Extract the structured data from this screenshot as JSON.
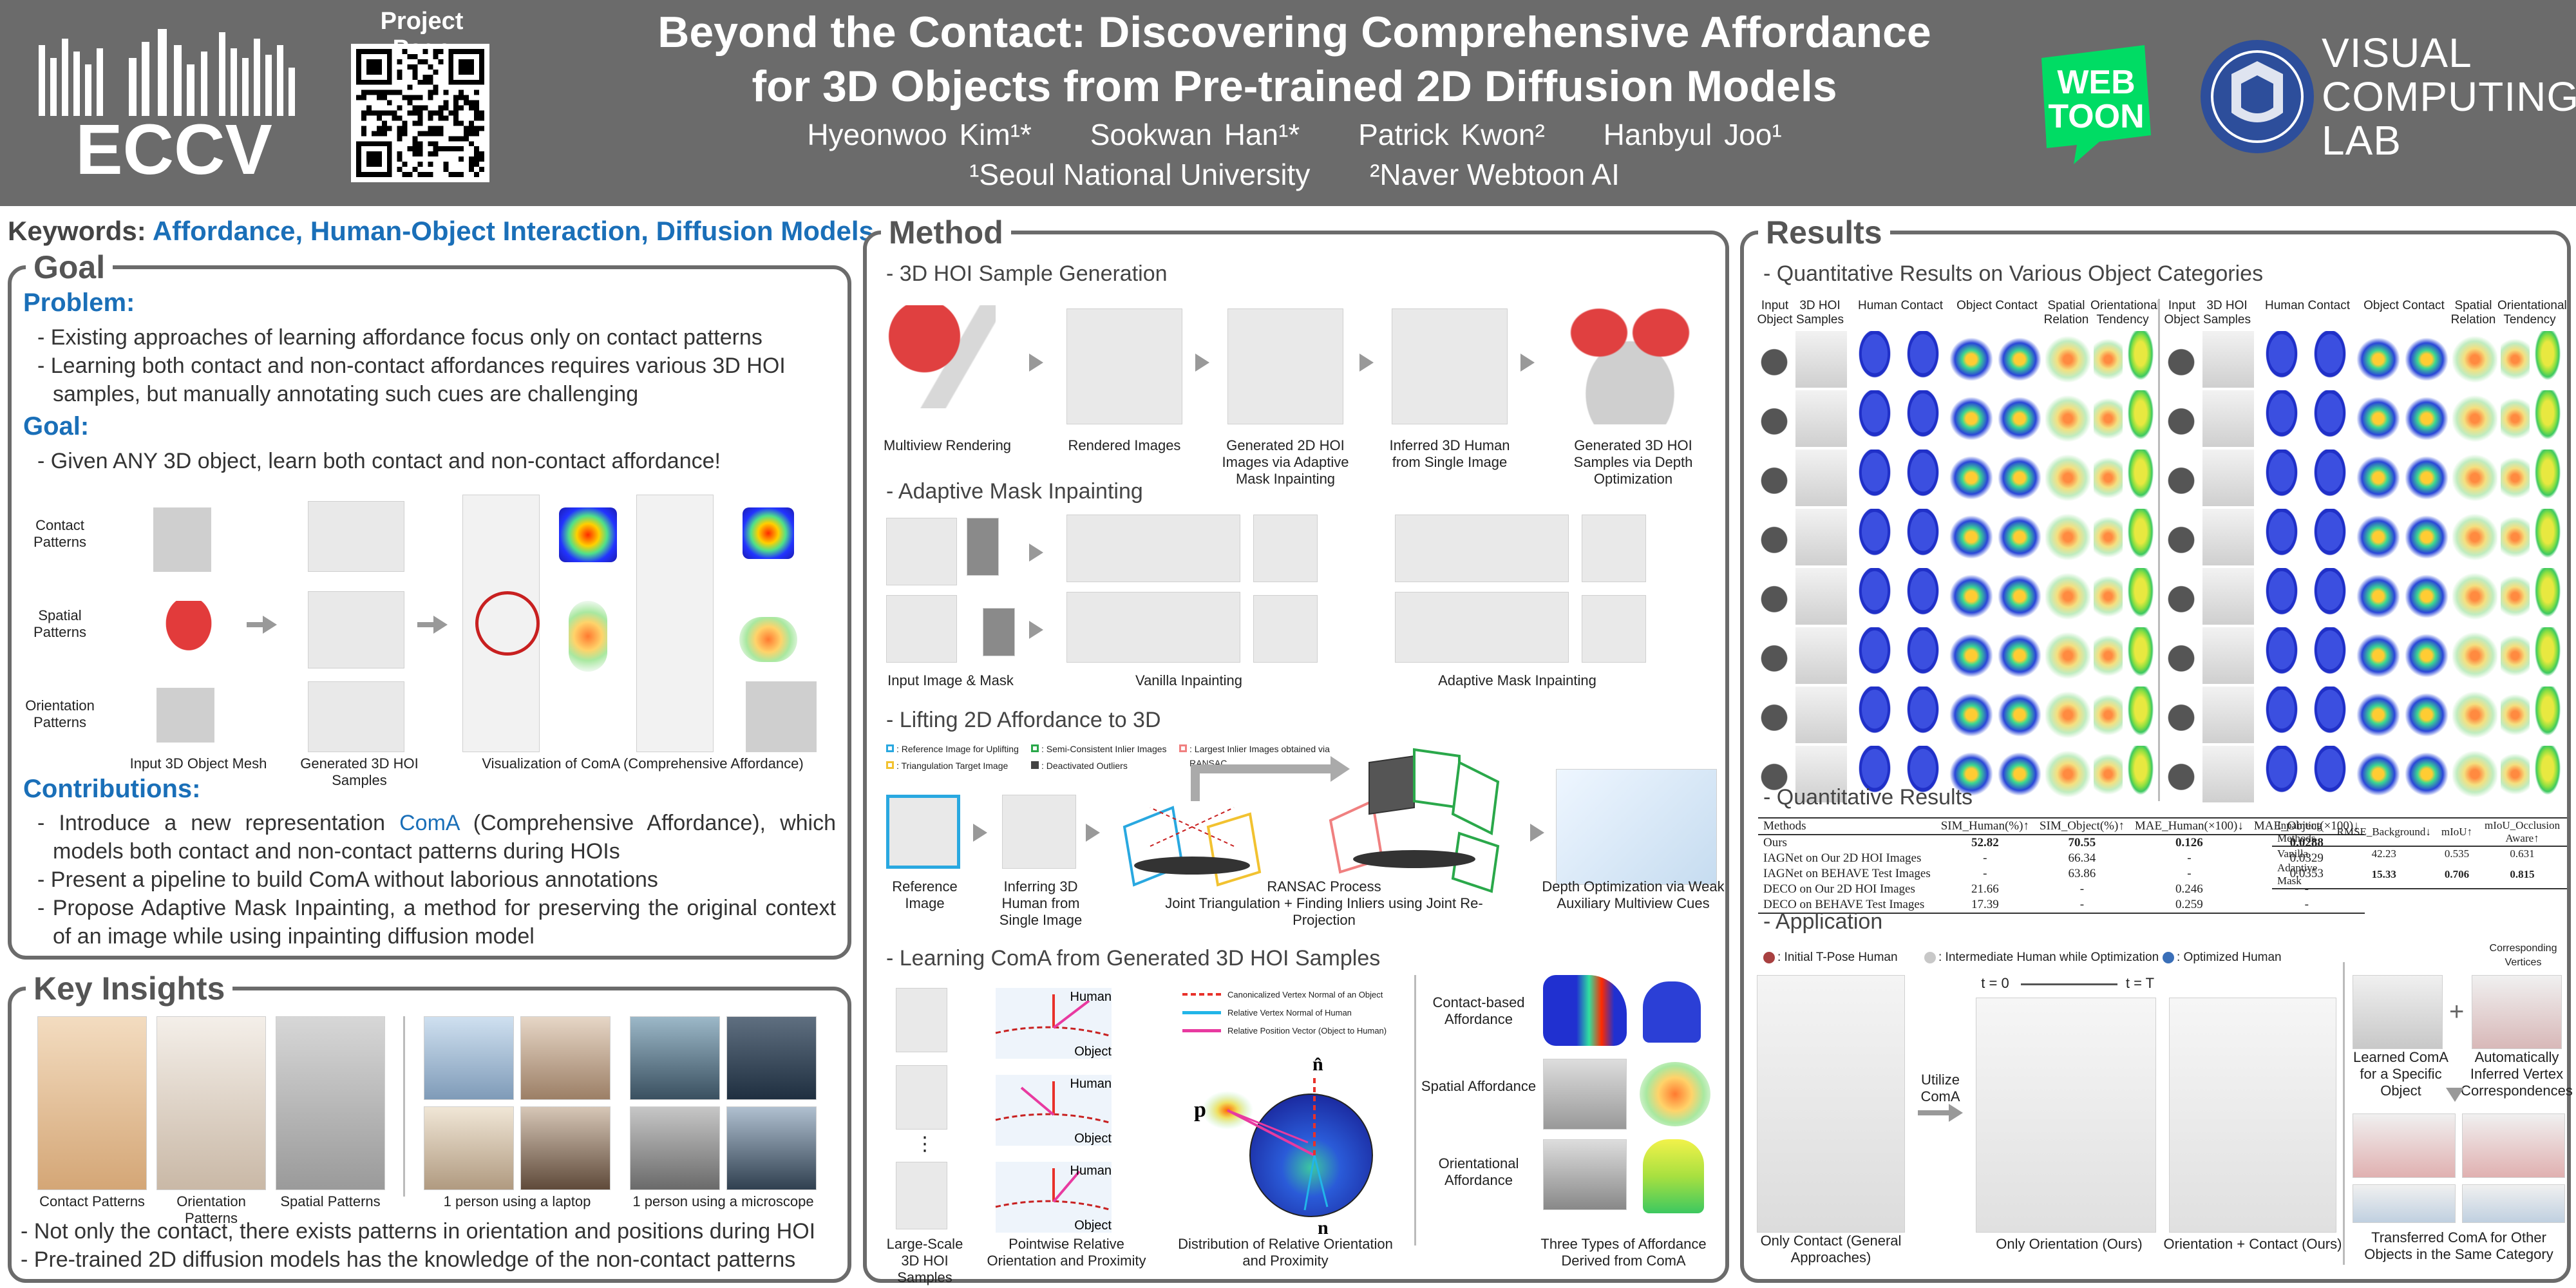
{
  "header": {
    "conference": "ECCV",
    "project_page_label": "Project Page",
    "title_line1": "Beyond the Contact: Discovering Comprehensive Affordance",
    "title_line2": "for 3D Objects from Pre-trained 2D Diffusion Models",
    "authors": [
      "Hyeonwoo Kim¹*",
      "Sookwan Han¹*",
      "Patrick Kwon²",
      "Hanbyul Joo¹"
    ],
    "affiliations": [
      "¹Seoul National University",
      "²Naver Webtoon AI"
    ],
    "webtoon_logo_line1": "WEB",
    "webtoon_logo_line2": "TOON",
    "vcl_lines": [
      "VISUAL",
      "COMPUTING",
      "LAB"
    ],
    "colors": {
      "header_bg": "#6b6b6b",
      "webtoon_green": "#00dc64",
      "accent_blue": "#1a6fb8"
    }
  },
  "keywords": {
    "label": "Keywords:",
    "value": "Affordance, Human-Object Interaction, Diffusion Models"
  },
  "goal": {
    "title": "Goal",
    "problem_heading": "Problem:",
    "problem_bullets": [
      "- Existing approaches of learning affordance focus only on contact patterns",
      "- Learning both contact and non-contact affordances requires various 3D HOI samples, but manually annotating such cues are challenging"
    ],
    "goal_heading": "Goal:",
    "goal_bullets": [
      "- Given ANY 3D object, learn both contact and non-contact affordance!"
    ],
    "figure_rows": [
      "Contact Patterns",
      "Spatial Patterns",
      "Orientation Patterns"
    ],
    "figure_captions": [
      "Input 3D Object Mesh",
      "Generated 3D HOI Samples",
      "Visualization of ComA (Comprehensive Affordance)"
    ],
    "contributions_heading": "Contributions:",
    "contrib1_pre": "- Introduce a new representation ",
    "contrib1_hl": "ComA",
    "contrib1_post": " (Comprehensive Affordance), which models both contact and non-contact patterns during HOIs",
    "contrib_bullets": [
      "- Present a pipeline to build ComA without laborious annotations",
      "- Propose Adaptive Mask Inpainting, a method for preserving the original context of an image while using inpainting diffusion model"
    ]
  },
  "key_insights": {
    "title": "Key Insights",
    "image_captions": [
      "Contact Patterns",
      "Orientation Patterns",
      "Spatial Patterns",
      "1 person using a laptop",
      "1 person using a microscope"
    ],
    "bullets": [
      "- Not only the contact, there exists patterns in orientation and positions during HOI",
      "- Pre-trained 2D diffusion models has the knowledge of the non-contact patterns"
    ]
  },
  "method": {
    "title": "Method",
    "sec1": "- 3D HOI Sample Generation",
    "sec1_captions": [
      "Multiview Rendering",
      "Rendered Images",
      "Generated 2D HOI Images via Adaptive Mask Inpainting",
      "Inferred 3D Human from Single Image",
      "Generated 3D HOI Samples via Depth Optimization"
    ],
    "sec2": "- Adaptive Mask Inpainting",
    "sec2_captions": [
      "Input Image & Mask",
      "Vanilla Inpainting",
      "Adaptive Mask Inpainting"
    ],
    "sec3": "- Lifting 2D Affordance to 3D",
    "sec3_legend": [
      ": Reference Image for Uplifting",
      ": Semi-Consistent Inlier Images",
      ": Largest Inlier Images obtained via RANSAC",
      ": Triangulation Target Image",
      ": Deactivated Outliers"
    ],
    "sec3_legend_colors": [
      "#29a8e0",
      "#2aa84a",
      "#f08080",
      "#f2c230",
      "#444444"
    ],
    "sec3_captions": [
      "Reference Image",
      "Inferring 3D Human from Single Image",
      "RANSAC Process",
      "Joint Triangulation + Finding Inliers using Joint Re-Projection",
      "Depth Optimization via Weak Auxiliary Multiview Cues"
    ],
    "sec4": "- Learning ComA from Generated 3D HOI Samples",
    "sec4_legend": [
      "Canonicalized Vertex Normal of an Object",
      "Relative Vertex Normal of Human",
      "Relative Position Vector (Object to Human)"
    ],
    "sec4_legend_colors": [
      "#e8312a",
      "#22b5e8",
      "#e83aa0"
    ],
    "sec4_labels": {
      "human": "Human",
      "object": "Object",
      "p": "p",
      "n_hat": "n̂",
      "n": "n",
      "dots": "⋮"
    },
    "sec4_captions": [
      "Large-Scale 3D HOI Samples",
      "Pointwise Relative Orientation and Proximity",
      "Distribution of Relative Orientation and Proximity",
      "Three Types of Affordance Derived from ComA"
    ],
    "affordance_types": [
      "Contact-based Affordance",
      "Spatial Affordance",
      "Orientational Affordance"
    ]
  },
  "results": {
    "title": "Results",
    "sec1": "- Quantitative Results on Various Object Categories",
    "grid_headers": [
      "Input Object",
      "3D HOI Samples",
      "Human Contact",
      "Object Contact",
      "Spatial Relation",
      "Orientational Tendency"
    ],
    "sec2": "- Quantitative Results",
    "table1": {
      "headers": [
        "Methods",
        "SIM_Human(%)↑",
        "SIM_Object(%)↑",
        "MAE_Human(×100)↓",
        "MAE_Object(×100)↓"
      ],
      "rows": [
        [
          "Ours",
          "52.82",
          "70.55",
          "0.126",
          "0.0288"
        ],
        [
          "IAGNet on Our 2D HOI Images",
          "-",
          "66.34",
          "-",
          "0.0329"
        ],
        [
          "IAGNet on BEHAVE Test Images",
          "-",
          "63.86",
          "-",
          "0.0353"
        ],
        [
          "DECO on Our 2D HOI Images",
          "21.66",
          "-",
          "0.246",
          "-"
        ],
        [
          "DECO on BEHAVE Test Images",
          "17.39",
          "-",
          "0.259",
          "-"
        ]
      ]
    },
    "table2": {
      "headers": [
        "Inpainting Methods",
        "RMSE_Background↓",
        "mIoU↑",
        "mIoU_Occlusion Aware↑"
      ],
      "rows": [
        [
          "Vanilla",
          "42.23",
          "0.535",
          "0.631"
        ],
        [
          "Adaptive Mask",
          "15.33",
          "0.706",
          "0.815"
        ]
      ]
    },
    "sec3": "- Application",
    "app_legend": [
      ": Initial T-Pose Human",
      ": Intermediate Human while Optimization",
      ": Optimized Human"
    ],
    "app_legend_colors": [
      "#a84040",
      "#c8c8c8",
      "#3a6fb8"
    ],
    "app_labels": {
      "t0": "t = 0",
      "tT": "t = T",
      "utilize": "Utilize ComA",
      "corresponding": "Corresponding Vertices",
      "plus": "+"
    },
    "app_captions": [
      "Only Contact (General Approaches)",
      "Only Orientation (Ours)",
      "Orientation + Contact (Ours)",
      "Learned ComA for a Specific Object",
      "Automatically Inferred Vertex Correspondences",
      "Transferred ComA for Other Objects in the Same Category"
    ]
  }
}
